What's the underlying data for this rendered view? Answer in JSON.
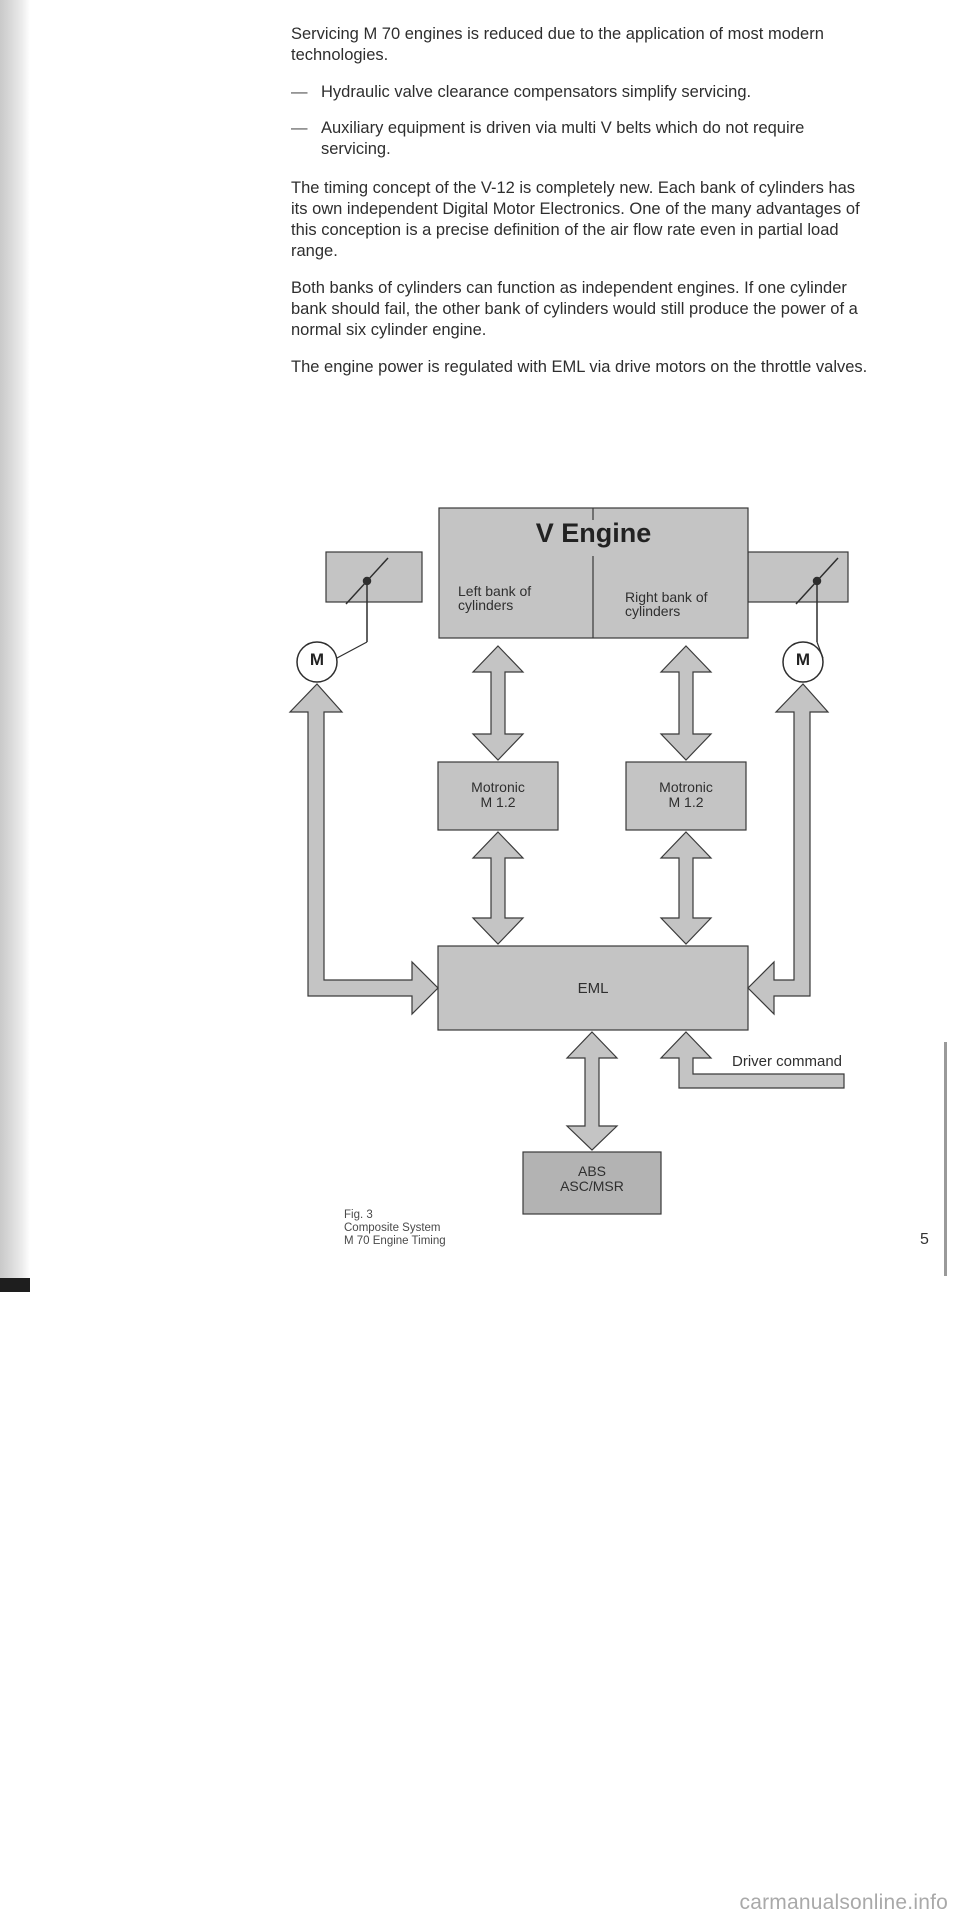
{
  "body": {
    "para1": "Servicing M 70 engines is reduced due to the application of most modern technologies.",
    "list": [
      {
        "dash": "—",
        "text": "Hydraulic valve clearance compensators simplify servicing."
      },
      {
        "dash": "—",
        "text": "Auxiliary equipment is driven via multi V belts which do not require servicing."
      }
    ],
    "para2": "The timing concept of the V-12 is completely new. Each bank of cylinders has its own independent Digital Motor Electronics. One of the many advantages of this conception is a precise definition of the air flow rate even in partial load range.",
    "para3": "Both banks of cylinders can function as independent engines. If one cylinder bank should fail, the other bank of cylinders would still produce the power of a normal six cylinder engine.",
    "para4": "The engine power is regulated with EML via drive motors on the throttle valves."
  },
  "diagram": {
    "engine_title": "V Engine",
    "left_bank": "Left bank of cylinders",
    "right_bank": "Right bank of cylinders",
    "motor_label": "M",
    "motronic_left": {
      "line1": "Motronic",
      "line2": "M 1.2"
    },
    "motronic_right": {
      "line1": "Motronic",
      "line2": "M 1.2"
    },
    "eml": "EML",
    "driver_command": "Driver command",
    "abs_line1": "ABS",
    "abs_line2": "ASC/MSR",
    "colors": {
      "box_fill": "#c4c4c4",
      "dark_fill": "#b3b3b3",
      "stroke": "#3a3a3a"
    }
  },
  "caption": {
    "line1": "Fig. 3",
    "line2": "Composite System",
    "line3": "M 70 Engine Timing"
  },
  "page_number": "5",
  "footer_url": "carmanualsonline.info"
}
